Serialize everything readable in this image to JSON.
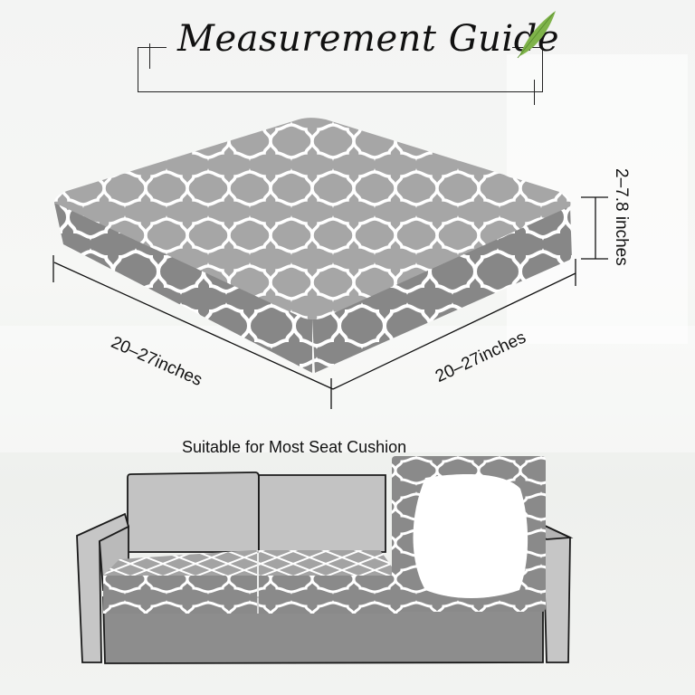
{
  "header": {
    "title": "Measurement Guide",
    "decoration": "leaf-icon"
  },
  "cushion_diagram": {
    "width_label": "20–27inches",
    "depth_label": "20–27inches",
    "height_label": "2–7.8 inches",
    "pattern": "quatrefoil-trellis",
    "colors": {
      "fabric": "#8e8e8e",
      "fabric_top": "#a5a5a5",
      "pattern_lines": "#ffffff"
    }
  },
  "sofa_section": {
    "caption": "Suitable for Most Seat Cushion",
    "colors": {
      "sofa_body": "#bdbdbd",
      "sofa_base": "#8c8c8c",
      "outline": "#1a1a1a"
    }
  }
}
